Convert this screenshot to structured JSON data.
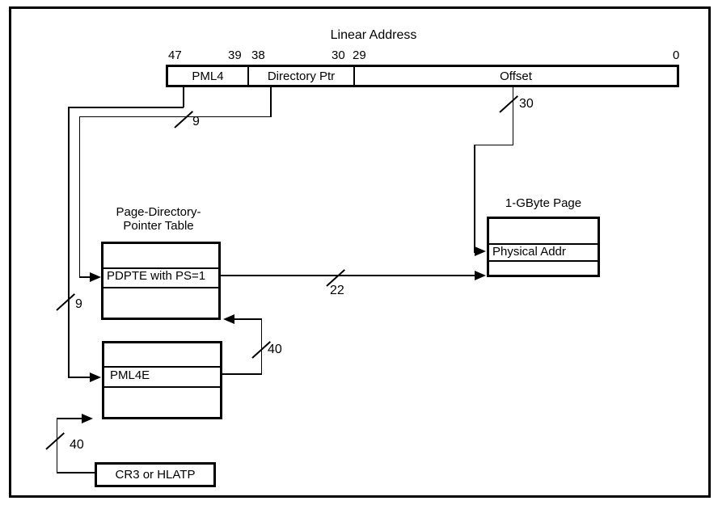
{
  "diagram": {
    "title": "Linear Address",
    "linear_address_bits": [
      "47",
      "39",
      "38",
      "30",
      "29",
      "0"
    ],
    "fields": {
      "pml4": "PML4",
      "directory_ptr": "Directory Ptr",
      "offset": "Offset"
    },
    "pdpt": {
      "title_line1": "Page-Directory-",
      "title_line2": "Pointer Table",
      "entry": "PDPTE with PS=1"
    },
    "pml4_table": {
      "entry": "PML4E"
    },
    "page": {
      "title": "1-GByte Page",
      "entry": "Physical Addr"
    },
    "cr3": {
      "label": "CR3 or HLATP"
    },
    "bus_widths": {
      "pml4_index": "9",
      "directory_ptr_index": "9",
      "offset_width": "30",
      "pdpte_to_page": "22",
      "pml4e_to_pdpt": "40",
      "cr3_to_pml4": "40"
    },
    "line_color": "#000000",
    "background_color": "#ffffff"
  }
}
